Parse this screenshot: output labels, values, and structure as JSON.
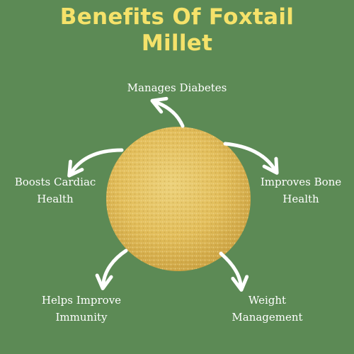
{
  "title_lines": [
    "Benefits Of Foxtail",
    "Millet"
  ],
  "benefits": {
    "diabetes": [
      "Manages Diabetes"
    ],
    "bone": [
      "Improves Bone",
      "Health"
    ],
    "cardiac": [
      "Boosts Cardiac",
      "Health"
    ],
    "immunity": [
      "Helps Improve",
      "Immunity"
    ],
    "weight": [
      "Weight",
      "Management"
    ]
  },
  "colors": {
    "background": "#5c8a55",
    "title": "#f5e26a",
    "label": "#ffffff",
    "arrow": "#ffffff",
    "millet": "#e3bf5c"
  }
}
